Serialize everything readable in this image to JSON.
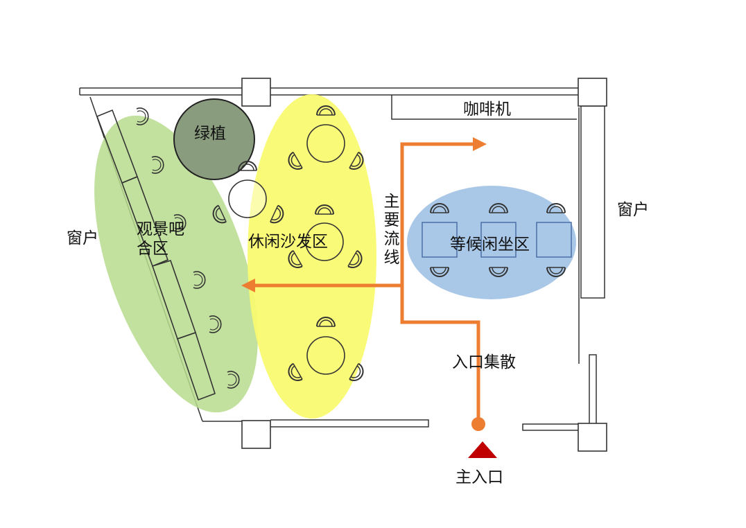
{
  "labels": {
    "coffee_machine": "咖啡机",
    "green_plant": "绿植",
    "window_left": "窗户",
    "window_right": "窗户",
    "view_bar": "观景吧\n合区",
    "lounge_sofa": "休闲沙发区",
    "main_flow": "主要流线",
    "waiting_area": "等候闲坐区",
    "entry_gather": "入口集散",
    "main_entrance": "主入口"
  },
  "colors": {
    "wall": "#333333",
    "zone_green": "#b7dc8e",
    "zone_yellow": "#fafa6e",
    "zone_blue": "#a4c4e6",
    "plant": "#8a9c7e",
    "flow_arrow": "#ed7d31",
    "entrance_marker": "#c00000"
  }
}
